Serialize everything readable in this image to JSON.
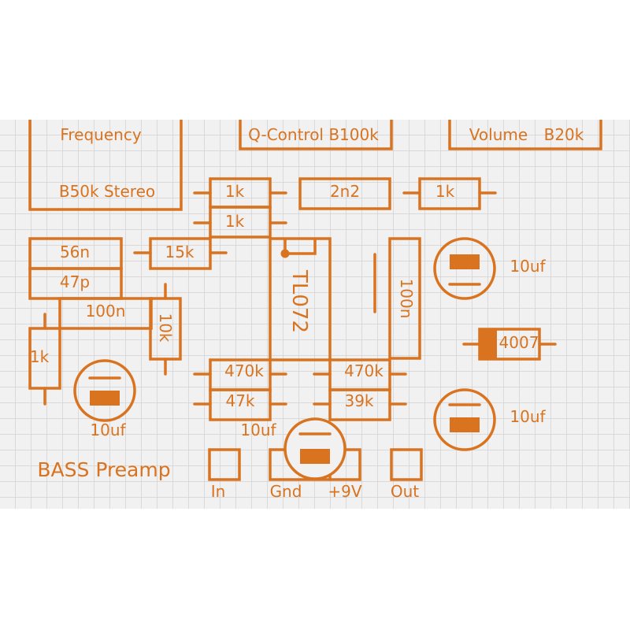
{
  "colors": {
    "trace": "#d9731f",
    "grid": "#c4c4c4",
    "grid_bg": "#f1f1f1",
    "white": "#ffffff"
  },
  "pots": {
    "frequency_name": "Frequency",
    "frequency_value": "B50k Stereo",
    "q_control": "Q-Control B100k",
    "volume_name": "Volume",
    "volume_value": "B20k"
  },
  "resistors": {
    "r_1k_top_a": "1k",
    "r_1k_top_b": "1k",
    "r_1k_top_c": "1k",
    "r_15k": "15k",
    "r_10k": "10k",
    "r_1k_left": "1k",
    "r_470k_left": "470k",
    "r_47k": "47k",
    "r_470k_right": "470k",
    "r_39k": "39k"
  },
  "capacitors": {
    "c_2n2": "2n2",
    "c_56n": "56n",
    "c_47p": "47p",
    "c_100n_h": "100n",
    "c_100n_v": "100n",
    "e_10uf_right_top": "10uf",
    "e_10uf_right_bottom": "10uf",
    "e_10uf_left": "10uf",
    "e_10uf_center": "10uf"
  },
  "ic": "TL072",
  "diode": "4007",
  "pads": {
    "in": "In",
    "gnd": "Gnd",
    "v9": "+9V",
    "out": "Out"
  },
  "title": "BASS Preamp"
}
